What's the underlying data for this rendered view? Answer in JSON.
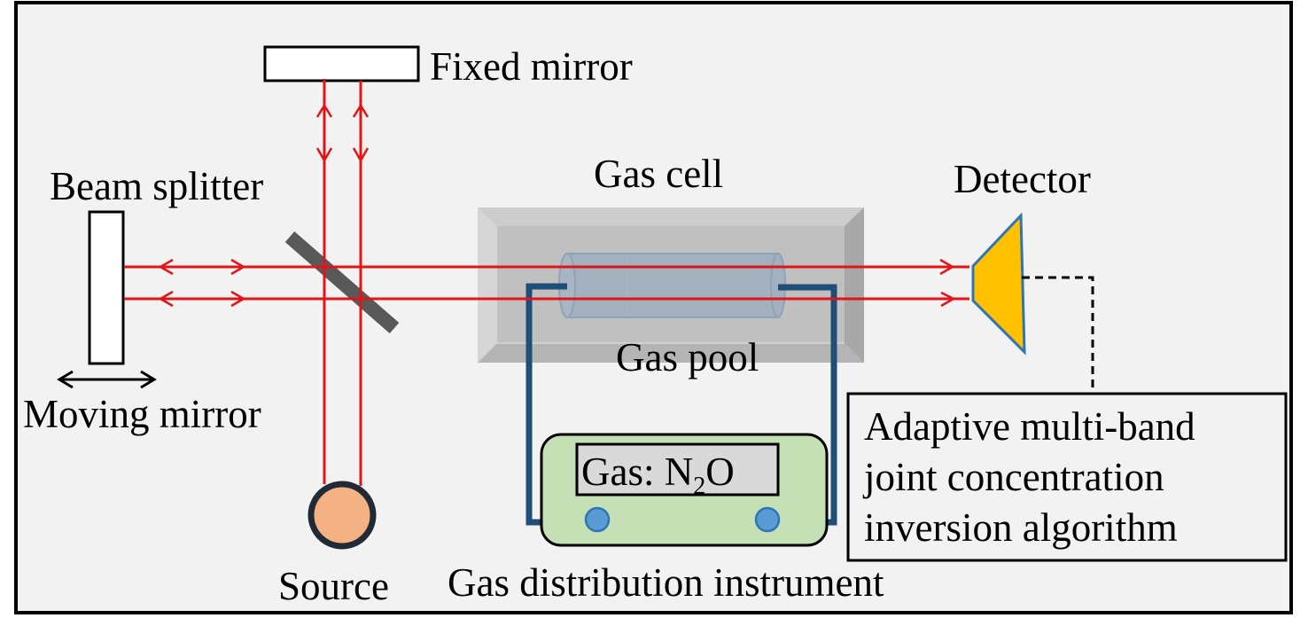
{
  "figure": {
    "type": "Fourier-transform infrared spectrometer gas measurement setup schematic"
  },
  "labels": {
    "fixed_mirror": "Fixed mirror",
    "beam_splitter": "Beam splitter",
    "moving_mirror": "Moving mirror",
    "source": "Source",
    "gas_cell": "Gas cell",
    "gas_pool": "Gas pool",
    "detector": "Detector",
    "gas_distribution_instrument": "Gas distribution instrument",
    "gas_prefix": "Gas: N",
    "gas_subscript": "2",
    "gas_suffix": "O",
    "algorithm_line1": "Adaptive multi-band",
    "algorithm_line2": "joint concentration",
    "algorithm_line3": "inversion algorithm"
  },
  "colors": {
    "background": "#f2f2f2",
    "beam": "#e21416",
    "beam_splitter": "#595959",
    "gas_cell_frame": "#c0c0c0",
    "gas_pool_tube": "#a3b1bf",
    "pipe": "#1f4e79",
    "instrument_fill": "#c5e0b4",
    "gas_label_fill": "#d9d9d9",
    "port_fill": "#5b9bd5",
    "detector_fill": "#ffc000",
    "detector_stroke": "#2e75b6",
    "source_fill": "#f4b183",
    "source_stroke": "#222a35"
  }
}
